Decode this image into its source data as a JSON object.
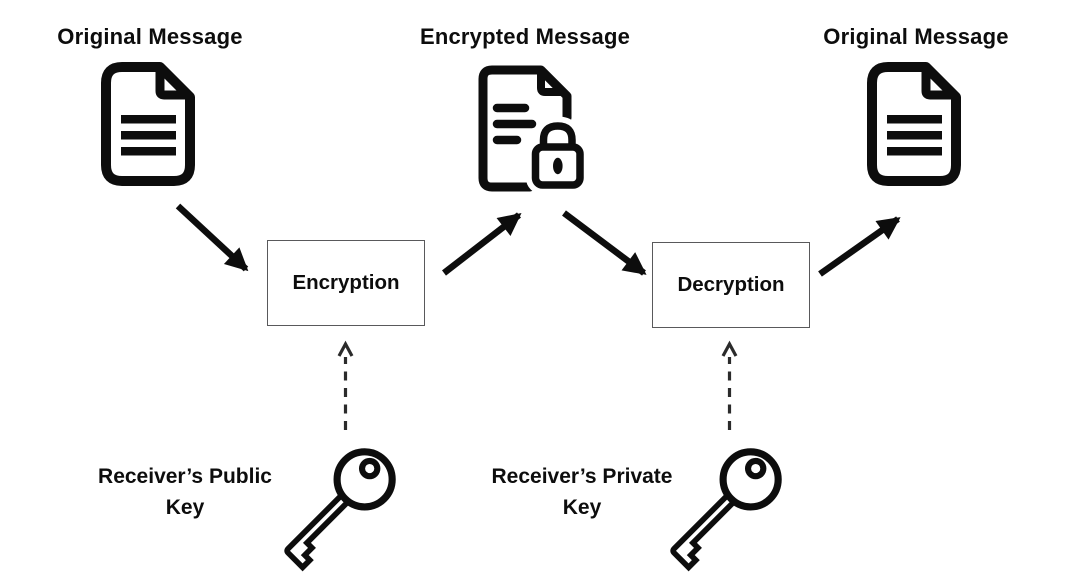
{
  "diagram": {
    "background": "#ffffff",
    "ink_color": "#0d0d0d",
    "box_border_color": "#59595b",
    "stages": [
      {
        "label": "Original Message",
        "icon": "document-icon"
      },
      {
        "label": "Encrypted Message",
        "icon": "encrypted-document-lock-icon"
      },
      {
        "label": "Original Message",
        "icon": "document-icon"
      }
    ],
    "process_boxes": [
      {
        "label": "Encryption"
      },
      {
        "label": "Decryption"
      }
    ],
    "keys": [
      {
        "label": "Receiver’s Public Key",
        "line1": "Receiver’s Public",
        "line2": "Key",
        "icon": "key-icon"
      },
      {
        "label": "Receiver’s Private Key",
        "line1": "Receiver’s Private",
        "line2": "Key",
        "icon": "key-icon"
      }
    ],
    "arrows": [
      {
        "name": "original-to-encryption",
        "style": "solid"
      },
      {
        "name": "encryption-to-encrypted",
        "style": "solid"
      },
      {
        "name": "encrypted-to-decryption",
        "style": "solid"
      },
      {
        "name": "decryption-to-original",
        "style": "solid"
      },
      {
        "name": "public-key-to-encryption",
        "style": "dashed"
      },
      {
        "name": "private-key-to-decryption",
        "style": "dashed"
      }
    ]
  }
}
